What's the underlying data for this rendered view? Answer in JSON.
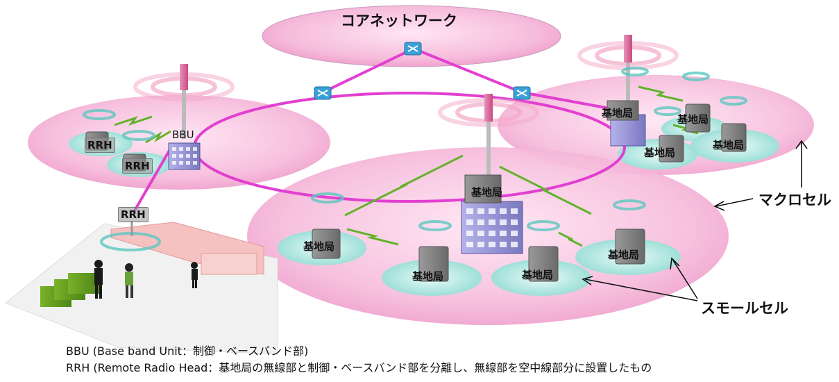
{
  "core_network": {
    "label": "コアネットワーク"
  },
  "labels": {
    "bbu": "BBU",
    "rrh": "RRH",
    "base_station": "基地局",
    "macro_cell": "マクロセル",
    "small_cell": "スモールセル"
  },
  "legend": {
    "line1": "BBU (Base band Unit：制御・ベースバンド部)",
    "line2": "RRH (Remote Radio Head：基地局の無線部と制御・ベースバンド部を分離し、無線部を空中線部分に設置したもの"
  },
  "colors": {
    "ring": "#e23fd0",
    "cell_pink": "#f7c6e3",
    "cell_teal": "#a9e3df",
    "building": "#9c9ad8",
    "router": "#3aa0d8"
  }
}
